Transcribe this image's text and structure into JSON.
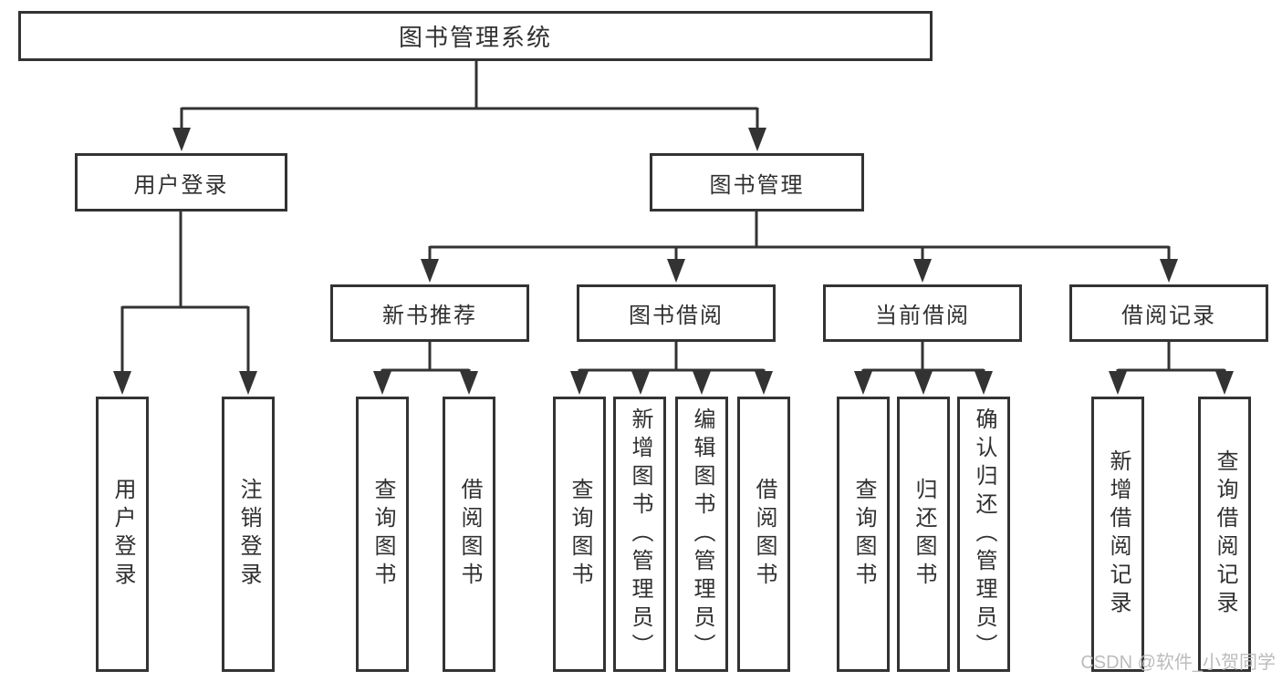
{
  "diagram": {
    "title": "图书管理系统",
    "watermark": "CSDN @软件_小贺同学",
    "colors": {
      "line": "#333333",
      "text": "#303030",
      "box_background": "#ffffff",
      "watermark": "#bcbcbc"
    },
    "tree": {
      "root": {
        "label": "图书管理系统"
      },
      "branches": [
        {
          "label": "用户登录",
          "children": [
            {
              "label": "用户登录"
            },
            {
              "label": "注销登录"
            }
          ]
        },
        {
          "label": "图书管理",
          "children": [
            {
              "label": "新书推荐",
              "children": [
                {
                  "label": "查询图书"
                },
                {
                  "label": "借阅图书"
                }
              ]
            },
            {
              "label": "图书借阅",
              "children": [
                {
                  "label": "查询图书"
                },
                {
                  "label": "新增图书（管理员）"
                },
                {
                  "label": "编辑图书（管理员）"
                },
                {
                  "label": "借阅图书"
                }
              ]
            },
            {
              "label": "当前借阅",
              "children": [
                {
                  "label": "查询图书"
                },
                {
                  "label": "归还图书"
                },
                {
                  "label": "确认归还（管理员）"
                }
              ]
            },
            {
              "label": "借阅记录",
              "children": [
                {
                  "label": "新增借阅记录"
                },
                {
                  "label": "查询借阅记录"
                }
              ]
            }
          ]
        }
      ]
    }
  }
}
